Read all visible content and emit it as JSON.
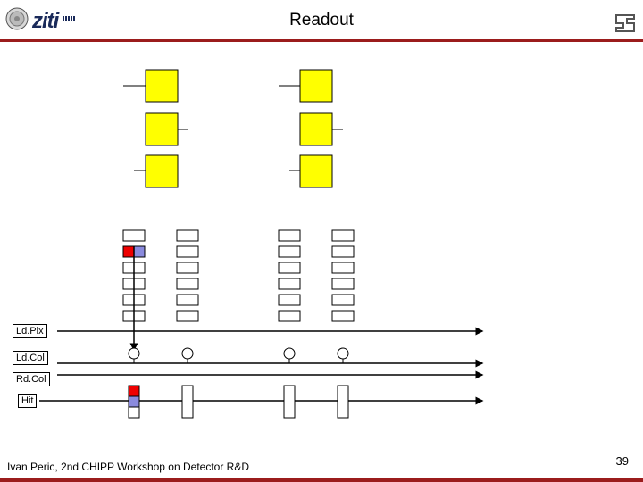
{
  "header": {
    "title": "Readout",
    "logo_text": "ziti"
  },
  "signals": {
    "ldpix": "Ld.Pix",
    "ldcol": "Ld.Col",
    "rdcol": "Rd.Col",
    "hit": "Hit"
  },
  "footer": {
    "text": "Ivan Peric, 2nd CHIPP Workshop on Detector R&D",
    "page": "39"
  },
  "colors": {
    "pixel": "#ffff00",
    "hit": "#ee0000",
    "stored": "#8a8add",
    "rule": "#9b1c1c"
  }
}
